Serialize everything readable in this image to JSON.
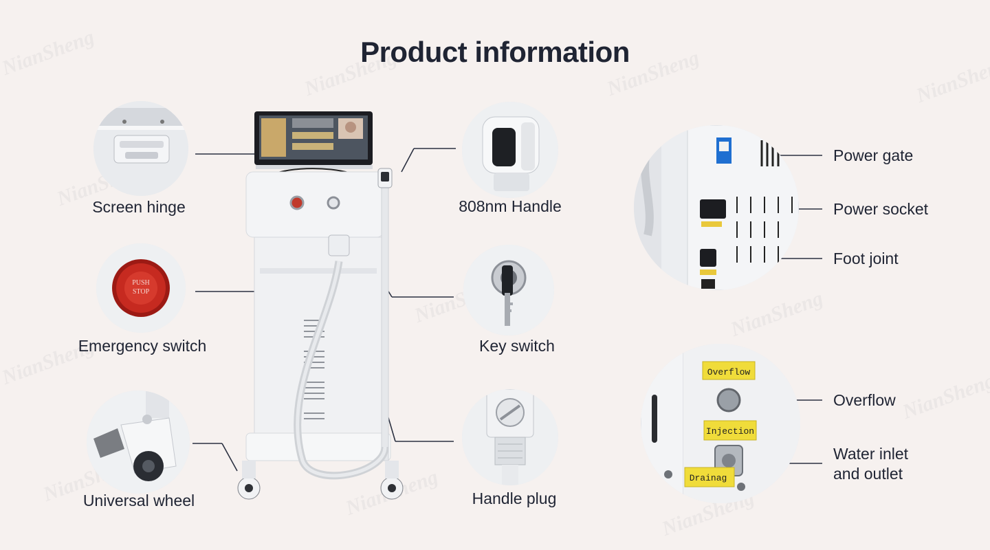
{
  "page": {
    "title": "Product information",
    "watermark": "NianSheng",
    "background": "#f6f1ef",
    "accent": "#1f2433"
  },
  "left_parts": [
    {
      "id": "screen-hinge",
      "label": "Screen hinge"
    },
    {
      "id": "emergency-switch",
      "label": "Emergency switch",
      "badge_lines": [
        "PUSH",
        "STOP"
      ]
    },
    {
      "id": "universal-wheel",
      "label": "Universal wheel"
    }
  ],
  "center_parts": [
    {
      "id": "808nm-handle",
      "label": "808nm Handle"
    },
    {
      "id": "key-switch",
      "label": "Key switch"
    },
    {
      "id": "handle-plug",
      "label": "Handle plug"
    }
  ],
  "rear_panel_parts": [
    {
      "id": "power-gate",
      "label": "Power gate"
    },
    {
      "id": "power-socket",
      "label": "Power socket"
    },
    {
      "id": "foot-joint",
      "label": "Foot joint"
    }
  ],
  "water_panel_parts": [
    {
      "id": "overflow",
      "label": "Overflow",
      "tag": "Overflow"
    },
    {
      "id": "water-inlet-outlet",
      "label_line1": "Water inlet",
      "label_line2": "and outlet",
      "tag": "Injection"
    },
    {
      "id": "drainage",
      "tag": "Drainag"
    }
  ]
}
